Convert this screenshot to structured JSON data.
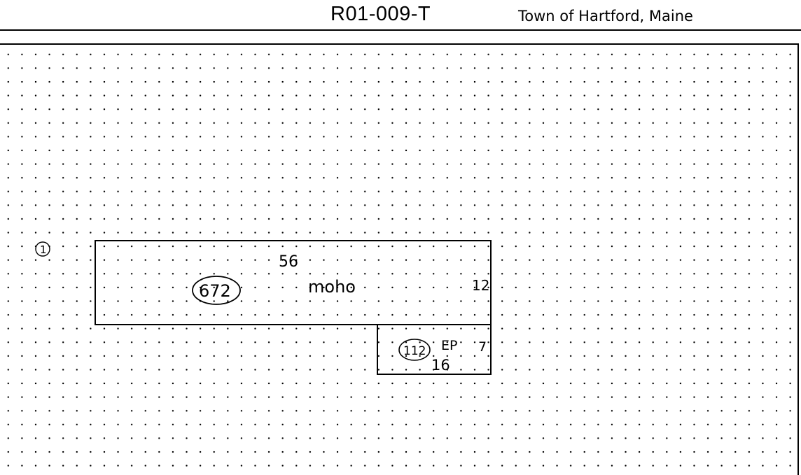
{
  "header": {
    "parcel_id": "R01-009-T",
    "town": "Town of Hartford, Maine"
  },
  "sketch": {
    "building_number": "1",
    "main_structure": {
      "width_label": "56",
      "depth_label": "12",
      "area": "672",
      "type_label": "moho"
    },
    "porch": {
      "area": "112",
      "type_label": "EP",
      "depth_label": "7",
      "width_label": "16"
    }
  }
}
